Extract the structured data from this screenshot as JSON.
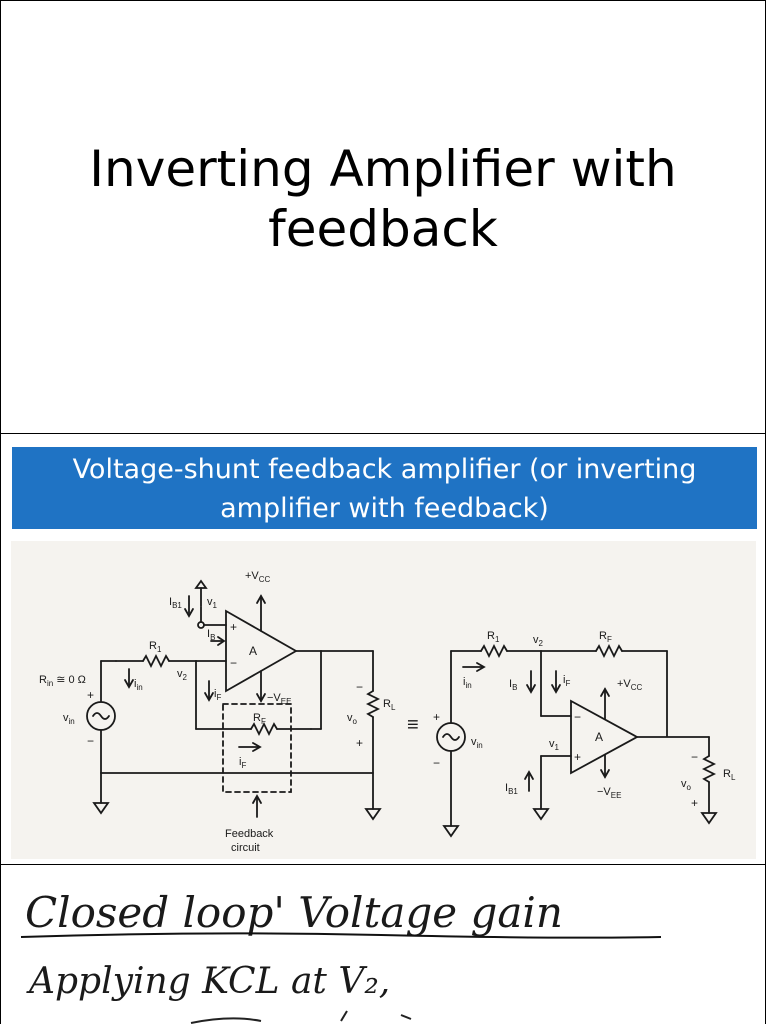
{
  "slide1": {
    "title": "Inverting Amplifier with feedback"
  },
  "slide2": {
    "banner": "Voltage-shunt feedback amplifier (or inverting amplifier with feedback)",
    "colors": {
      "banner": "#1f73c4",
      "banner_text": "#ffffff"
    },
    "left_circuit": {
      "labels": {
        "vcc": "+V",
        "vcc_sub": "CC",
        "vee": "−V",
        "vee_sub": "EE",
        "ib1": "I",
        "ib1_sub": "B1",
        "v1": "v",
        "v1_sub": "1",
        "ib": "I",
        "ib_sub": "B",
        "r1": "R",
        "r1_sub": "1",
        "v2": "v",
        "v2_sub": "2",
        "rin": "R",
        "rin_sub": "in",
        "rin_val": "≅ 0 Ω",
        "iin": "i",
        "iin_sub": "in",
        "if_top": "i",
        "if_top_sub": "F",
        "rf": "R",
        "rf_sub": "F",
        "if_bot": "i",
        "if_bot_sub": "F",
        "vin": "v",
        "vin_sub": "in",
        "vo": "v",
        "vo_sub": "o",
        "rl": "R",
        "rl_sub": "L",
        "amp": "A",
        "plus": "+",
        "minus": "−",
        "fb1": "Feedback",
        "fb2": "circuit"
      }
    },
    "equiv": "≡",
    "right_circuit": {
      "labels": {
        "r1": "R",
        "r1_sub": "1",
        "v2": "v",
        "v2_sub": "2",
        "rf": "R",
        "rf_sub": "F",
        "iin": "i",
        "iin_sub": "in",
        "ib": "I",
        "ib_sub": "B",
        "if": "i",
        "if_sub": "F",
        "vcc": "+V",
        "vcc_sub": "CC",
        "vin": "v",
        "vin_sub": "in",
        "v1": "v",
        "v1_sub": "1",
        "amp": "A",
        "ib1": "I",
        "ib1_sub": "B1",
        "vee": "−V",
        "vee_sub": "EE",
        "vo": "v",
        "vo_sub": "o",
        "rl": "R",
        "rl_sub": "L",
        "plus": "+",
        "minus": "−"
      }
    }
  },
  "slide3": {
    "line1": "Closed loop' Voltage gain",
    "line2": "Applying KCL at V₂,",
    "colors": {
      "line1": "#111111",
      "line2": "#e0202a"
    }
  }
}
